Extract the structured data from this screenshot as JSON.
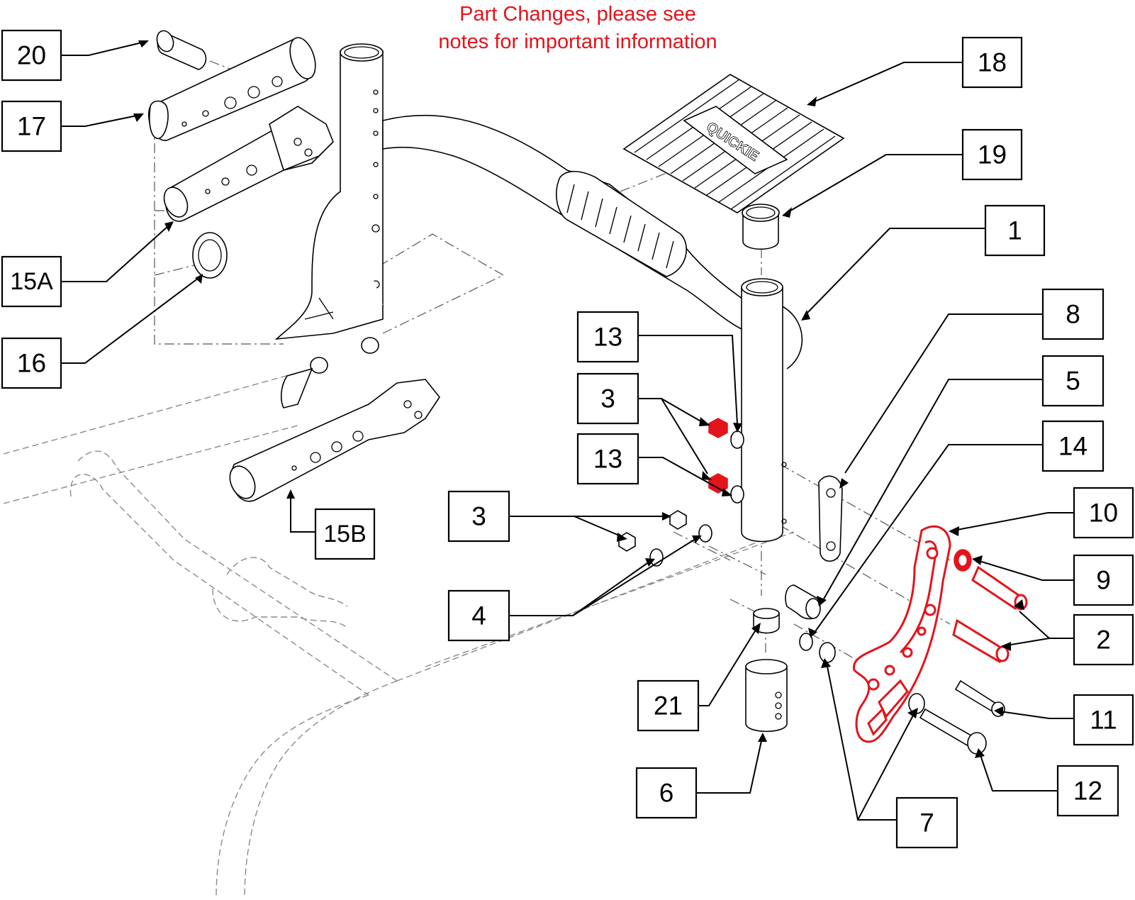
{
  "notice": {
    "line1": "Part Changes, please see",
    "line2": "notes for important information",
    "color": "#e3141b"
  },
  "footplate_brand": "QUICKIE",
  "callouts": [
    {
      "id": "c20",
      "label": "20"
    },
    {
      "id": "c17",
      "label": "17"
    },
    {
      "id": "c15a",
      "label": "15A"
    },
    {
      "id": "c16",
      "label": "16"
    },
    {
      "id": "c15b",
      "label": "15B"
    },
    {
      "id": "c18",
      "label": "18"
    },
    {
      "id": "c19",
      "label": "19"
    },
    {
      "id": "c1",
      "label": "1"
    },
    {
      "id": "c13a",
      "label": "13"
    },
    {
      "id": "c3a",
      "label": "3"
    },
    {
      "id": "c13b",
      "label": "13"
    },
    {
      "id": "c3b",
      "label": "3"
    },
    {
      "id": "c4",
      "label": "4"
    },
    {
      "id": "c8",
      "label": "8"
    },
    {
      "id": "c5",
      "label": "5"
    },
    {
      "id": "c14",
      "label": "14"
    },
    {
      "id": "c10",
      "label": "10"
    },
    {
      "id": "c9",
      "label": "9"
    },
    {
      "id": "c2",
      "label": "2"
    },
    {
      "id": "c11",
      "label": "11"
    },
    {
      "id": "c12",
      "label": "12"
    },
    {
      "id": "c21",
      "label": "21"
    },
    {
      "id": "c6",
      "label": "6"
    },
    {
      "id": "c7",
      "label": "7"
    }
  ],
  "highlight_color": "#e3141b"
}
